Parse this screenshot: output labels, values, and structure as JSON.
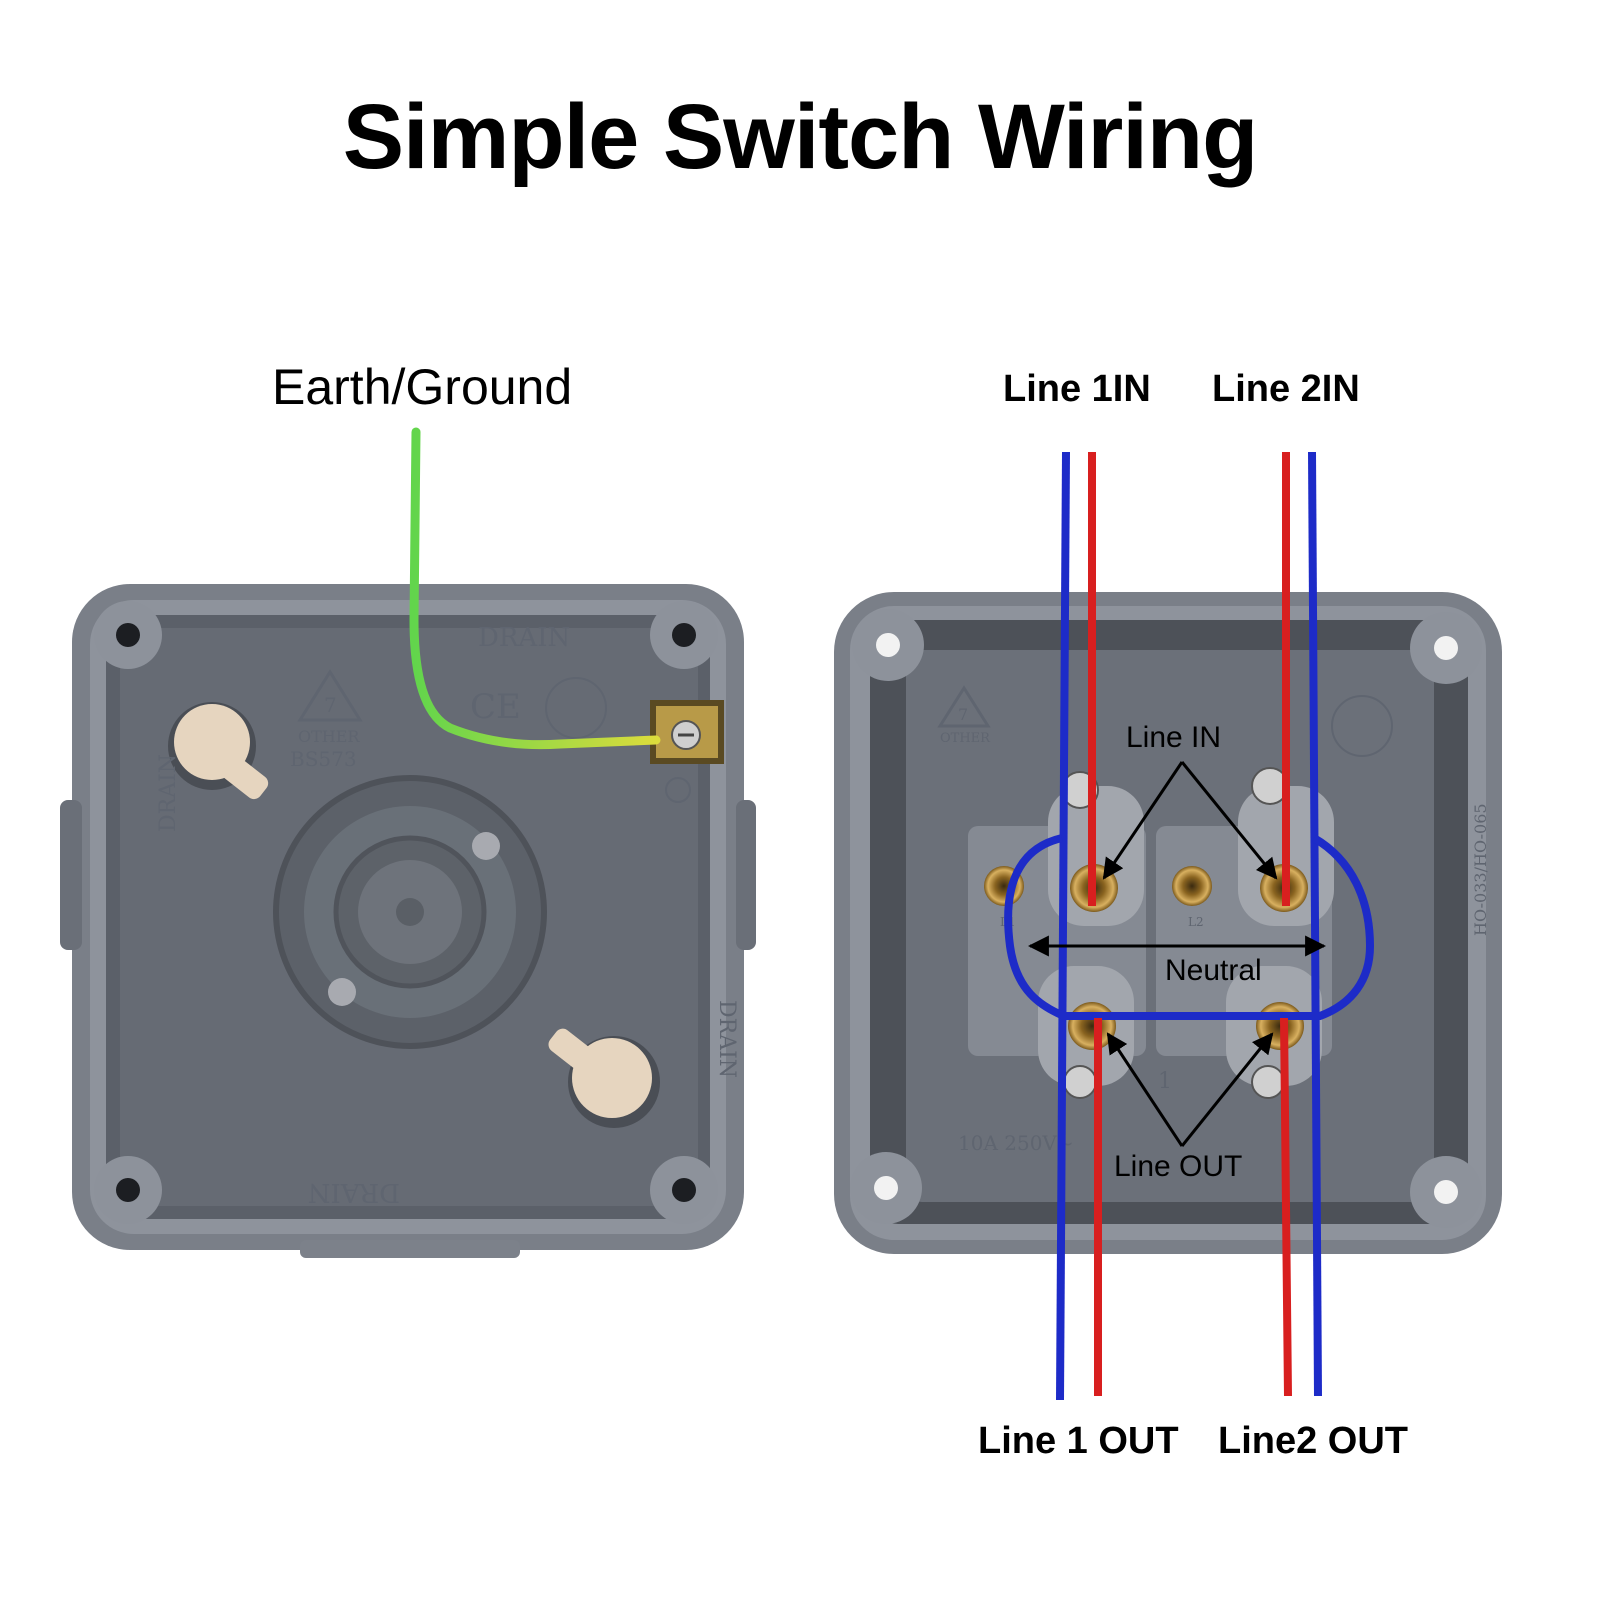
{
  "title": "Simple Switch Wiring",
  "left_box": {
    "wire_label": "Earth/Ground",
    "molded_text": {
      "drain": "DRAIN",
      "recycle_number": "7",
      "recycle_code": "OTHER",
      "standard": "BS573",
      "ce_mark": "CE"
    },
    "colors": {
      "earth_wire_green": "#5fd24a",
      "earth_wire_yellow": "#d8d83a",
      "enclosure": "#6c717b",
      "plug": "#e6d5bf"
    }
  },
  "right_box": {
    "top_labels": {
      "line1_in": "Line 1IN",
      "line2_in": "Line 2IN"
    },
    "bottom_labels": {
      "line1_out": "Line 1 OUT",
      "line2_out": "Line2 OUT"
    },
    "annotations": {
      "line_in": "Line IN",
      "neutral": "Neutral",
      "line_out": "Line OUT"
    },
    "molded_text": {
      "rating": "10A 250V~",
      "recycle_number": "7",
      "recycle_code": "OTHER",
      "model": "HO-033/HO-065",
      "terminal_l1": "L1",
      "terminal_l2": "L2",
      "switch_number": "1"
    },
    "colors": {
      "neutral_wire": "#1d2bc8",
      "live_wire": "#d81f1f",
      "arrow": "#000000",
      "enclosure": "#6c717b"
    }
  }
}
